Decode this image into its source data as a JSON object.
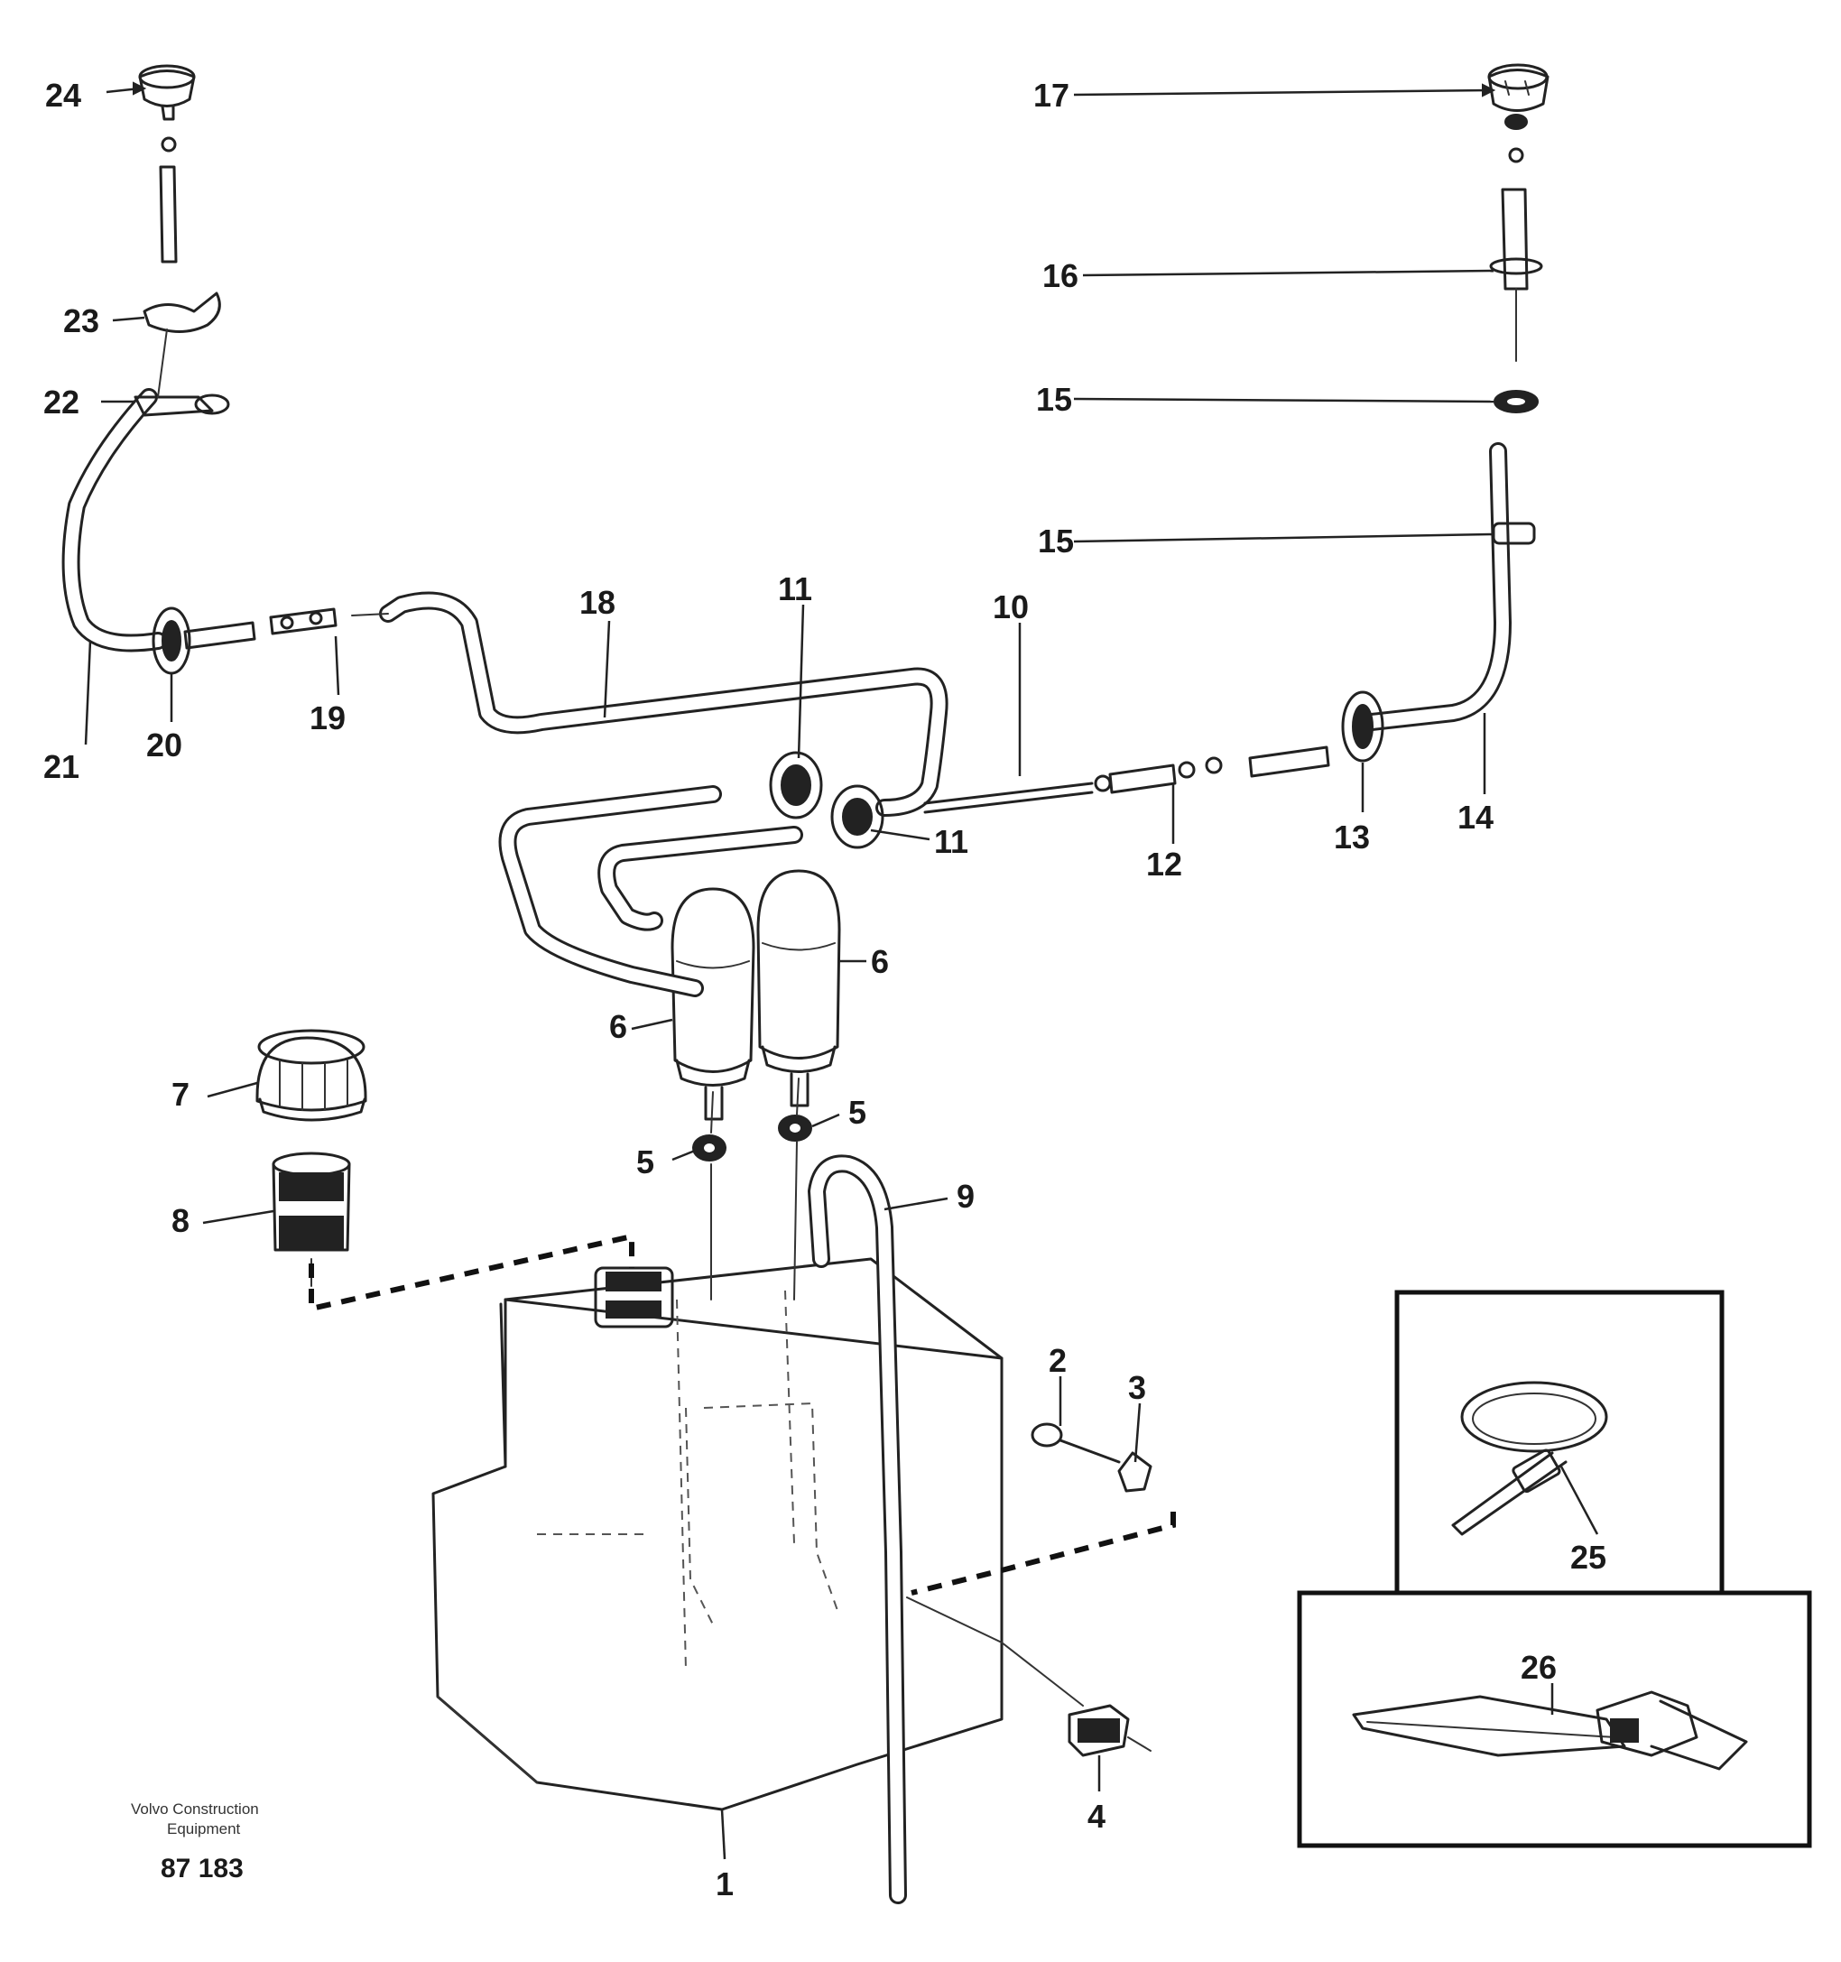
{
  "diagram": {
    "callouts": {
      "c1": "1",
      "c2": "2",
      "c3": "3",
      "c4": "4",
      "c5a": "5",
      "c5b": "5",
      "c6a": "6",
      "c6b": "6",
      "c7": "7",
      "c8": "8",
      "c9": "9",
      "c10": "10",
      "c11a": "11",
      "c11b": "11",
      "c12": "12",
      "c13": "13",
      "c14": "14",
      "c15a": "15",
      "c15b": "15",
      "c16": "16",
      "c17": "17",
      "c18": "18",
      "c19": "19",
      "c20": "20",
      "c21": "21",
      "c22": "22",
      "c23": "23",
      "c24": "24",
      "c25": "25",
      "c26": "26"
    },
    "footer": {
      "line1": "Volvo Construction",
      "line2": "Equipment",
      "ref": "87 183"
    }
  }
}
